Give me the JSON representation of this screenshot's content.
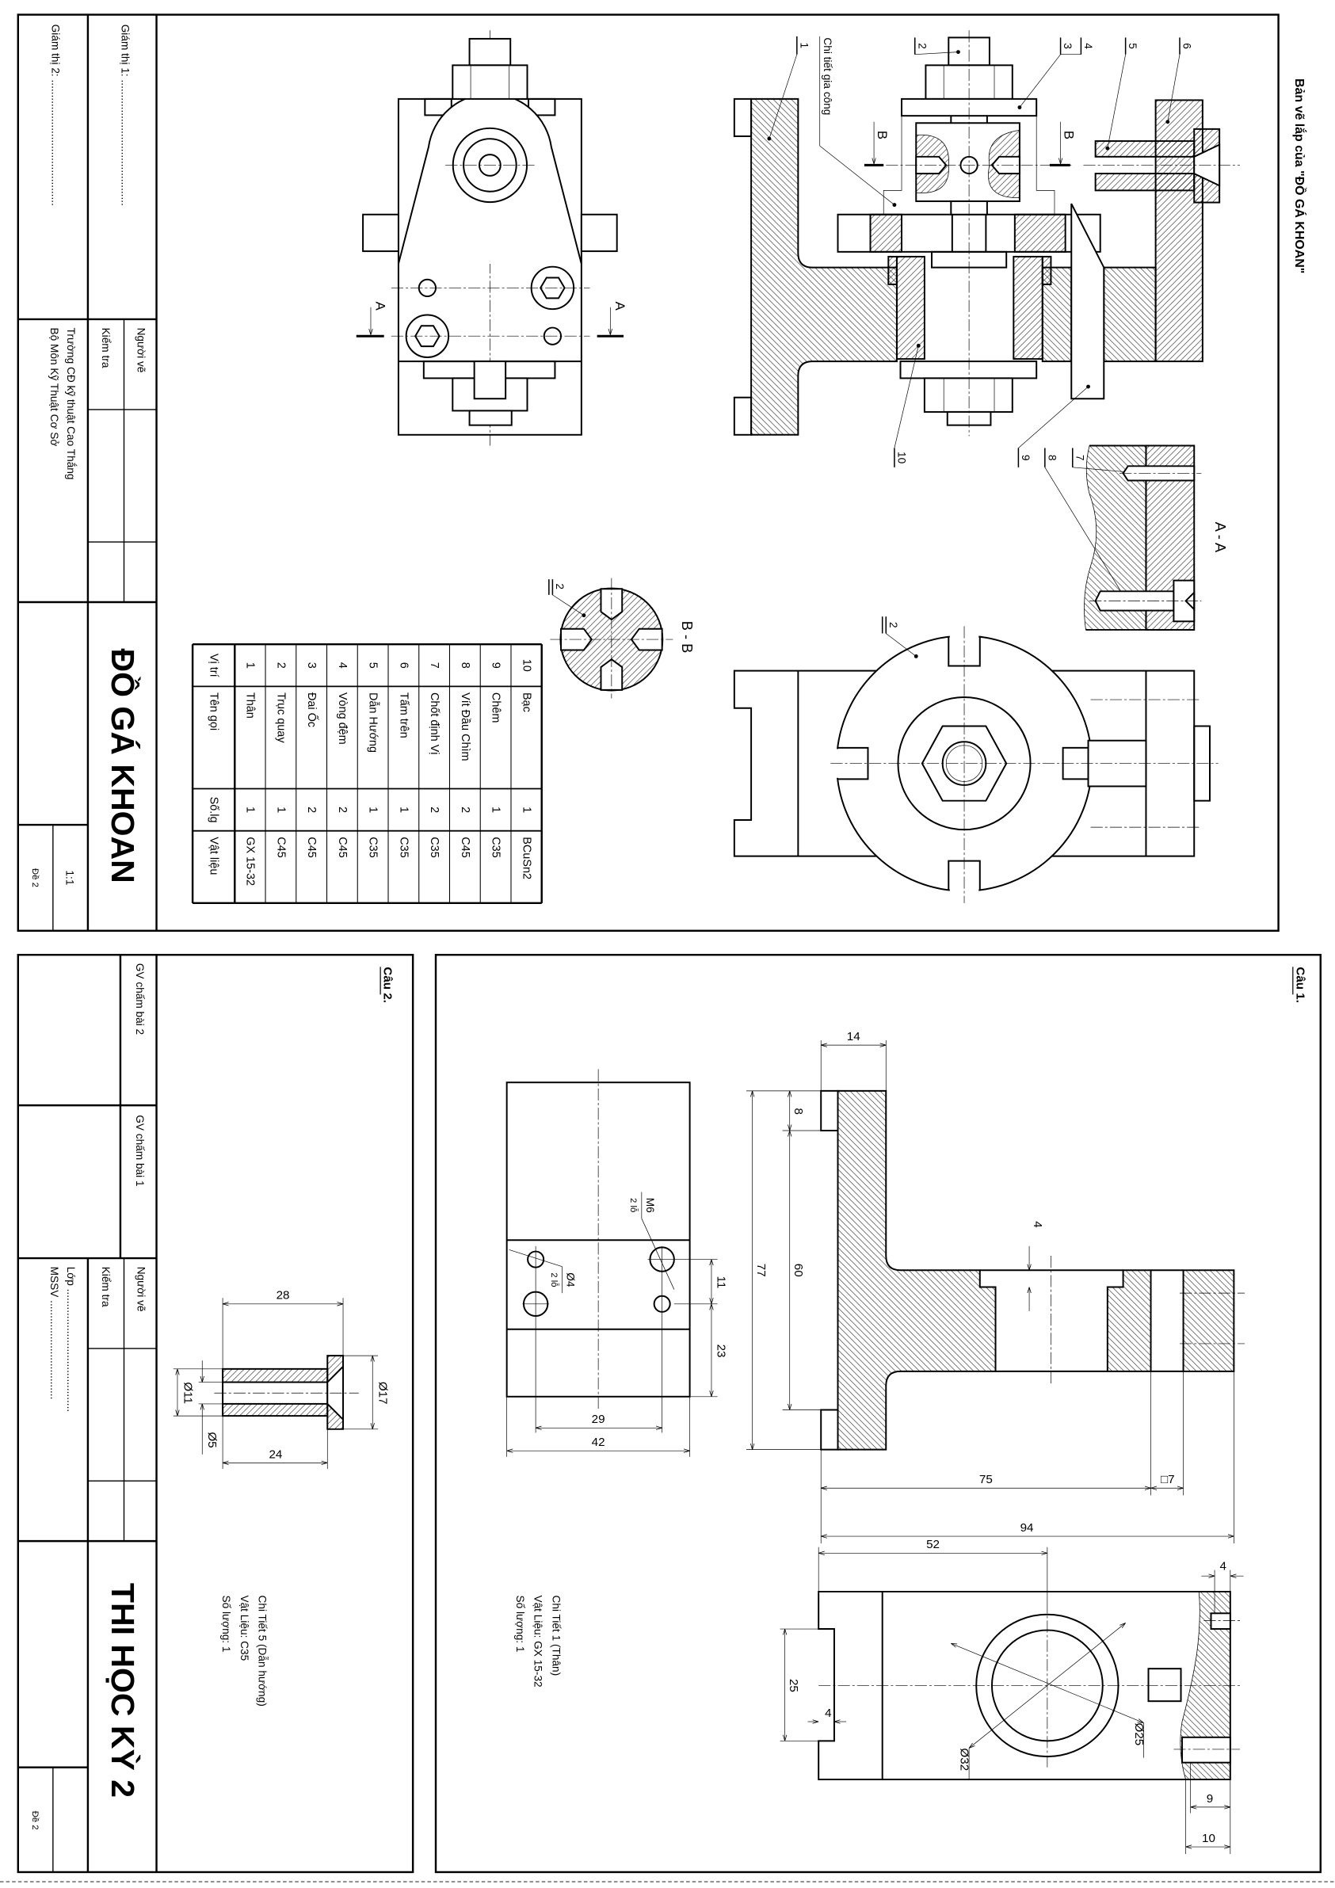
{
  "sheet_title": "Bản vẽ lắp của \"ĐỒ GÁ KHOAN\"",
  "assembly": {
    "workpiece_label": "Chi tiết gia công",
    "balloons": {
      "p1": "1",
      "p2": "2",
      "p3": "3",
      "p4": "4",
      "p5": "5",
      "p6": "6",
      "p7": "7",
      "p8": "8",
      "p9": "9",
      "p10": "10",
      "p2_topview": "2",
      "p2_bb": "2"
    },
    "section_markers": {
      "a": "A",
      "b": "B"
    },
    "view_aa": "A - A",
    "view_bb": "B - B"
  },
  "parts_table": {
    "headers": {
      "pos": "Vị trí",
      "name": "Tên gọi",
      "qty": "Số.lg",
      "material": "Vật liệu"
    },
    "rows": [
      {
        "pos": "1",
        "name": "Thân",
        "qty": "1",
        "material": "GX 15-32"
      },
      {
        "pos": "2",
        "name": "Trục quay",
        "qty": "1",
        "material": "C45"
      },
      {
        "pos": "3",
        "name": "Đai Ốc",
        "qty": "2",
        "material": "C45"
      },
      {
        "pos": "4",
        "name": "Vòng đệm",
        "qty": "2",
        "material": "C45"
      },
      {
        "pos": "5",
        "name": "Dẫn Hướng",
        "qty": "1",
        "material": "C35"
      },
      {
        "pos": "6",
        "name": "Tấm trên",
        "qty": "1",
        "material": "C35"
      },
      {
        "pos": "7",
        "name": "Chốt định Vị",
        "qty": "2",
        "material": "C35"
      },
      {
        "pos": "8",
        "name": "Vít Đầu Chìm",
        "qty": "2",
        "material": "C45"
      },
      {
        "pos": "9",
        "name": "Chêm",
        "qty": "1",
        "material": "C35"
      },
      {
        "pos": "10",
        "name": "Bạc",
        "qty": "1",
        "material": "BCuSn2"
      }
    ]
  },
  "title_block_assembly": {
    "examiner_1": "Giám thị 1: ..........................................",
    "examiner_2": "Giám thị 2: ..........................................",
    "drawn_by": "Người vẽ",
    "checked_by": "Kiểm tra",
    "school": "Trường CĐ kỹ thuật Cao Thắng",
    "department": "Bộ Môn Kỹ Thuật Cơ Sở",
    "title": "ĐỒ GÁ KHOAN",
    "scale": "1:1",
    "exam_code": "Đề 2"
  },
  "question_1": {
    "label": "Câu 1.",
    "note": {
      "part": "Chi Tiết 1 (Thân)",
      "material": "Vật Liệu: GX 15-32",
      "quantity": "Số lượng: 1"
    },
    "dims": {
      "d14": "14",
      "d8": "8",
      "d60": "60",
      "d77": "77",
      "d4_counterbore": "4",
      "d75": "75",
      "d_sq7": "□7",
      "d94": "94",
      "d11": "11",
      "d23": "23",
      "d29": "29",
      "d42": "42",
      "m6": "M6",
      "m6_count": "2 lỗ",
      "o4": "Ø4",
      "o4_count": "2 lỗ",
      "d52": "52",
      "d4_top": "4",
      "d25": "25",
      "d4_left": "4",
      "d9": "9",
      "d10": "10",
      "o32": "Ø32",
      "o25": "Ø25"
    }
  },
  "question_2": {
    "label": "Câu 2.",
    "note": {
      "part": "Chi Tiết 5 (Dẫn hướng)",
      "material": "Vật Liệu: C35",
      "quantity": "Số lượng: 1"
    },
    "dims": {
      "d28": "28",
      "d24": "24",
      "o17": "Ø17",
      "o11": "Ø11",
      "o5": "Ø5"
    }
  },
  "title_block_exam": {
    "grader_2": "GV chấm bài 2",
    "grader_1": "GV chấm bài 1",
    "drawn_by": "Người vẽ",
    "checked_by": "Kiểm tra",
    "class": "Lớp .........................................",
    "student_id": "MSSV .................................",
    "title": "THI HỌC KỲ 2",
    "exam_code": "Đề 2"
  }
}
